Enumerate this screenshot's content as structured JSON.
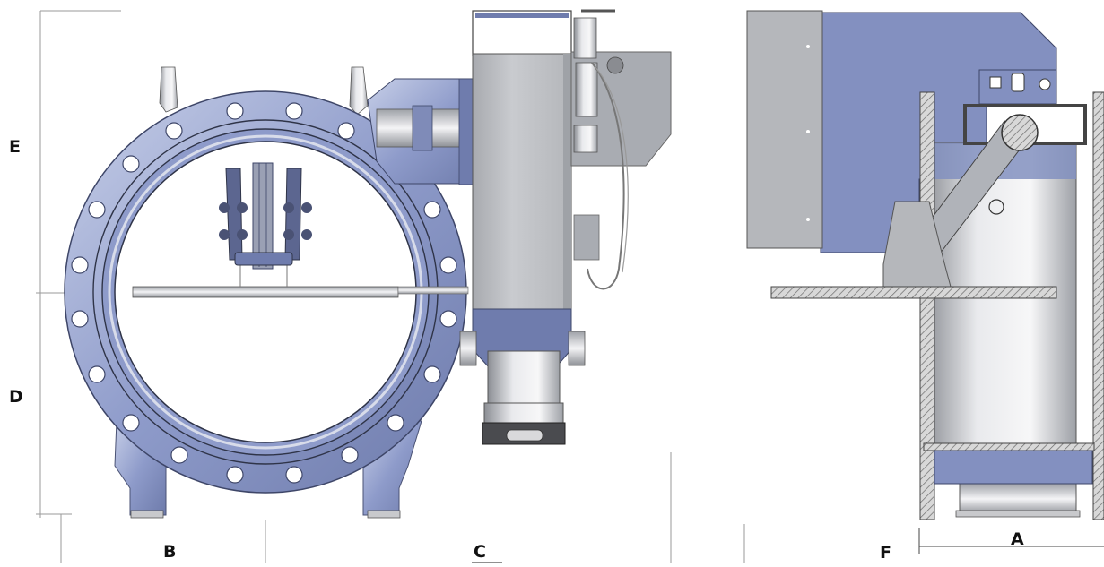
{
  "labels": {
    "E": "E",
    "D": "D",
    "B": "B",
    "C": "C",
    "F": "F",
    "A": "A"
  },
  "colors": {
    "body_blue": "#8a97c4",
    "body_blue_dark": "#6f7cad",
    "steel_gray": "#b9bcc2",
    "steel_light": "#e6e7ea",
    "hatch": "#8a8a8a",
    "outline": "#2f3448"
  }
}
